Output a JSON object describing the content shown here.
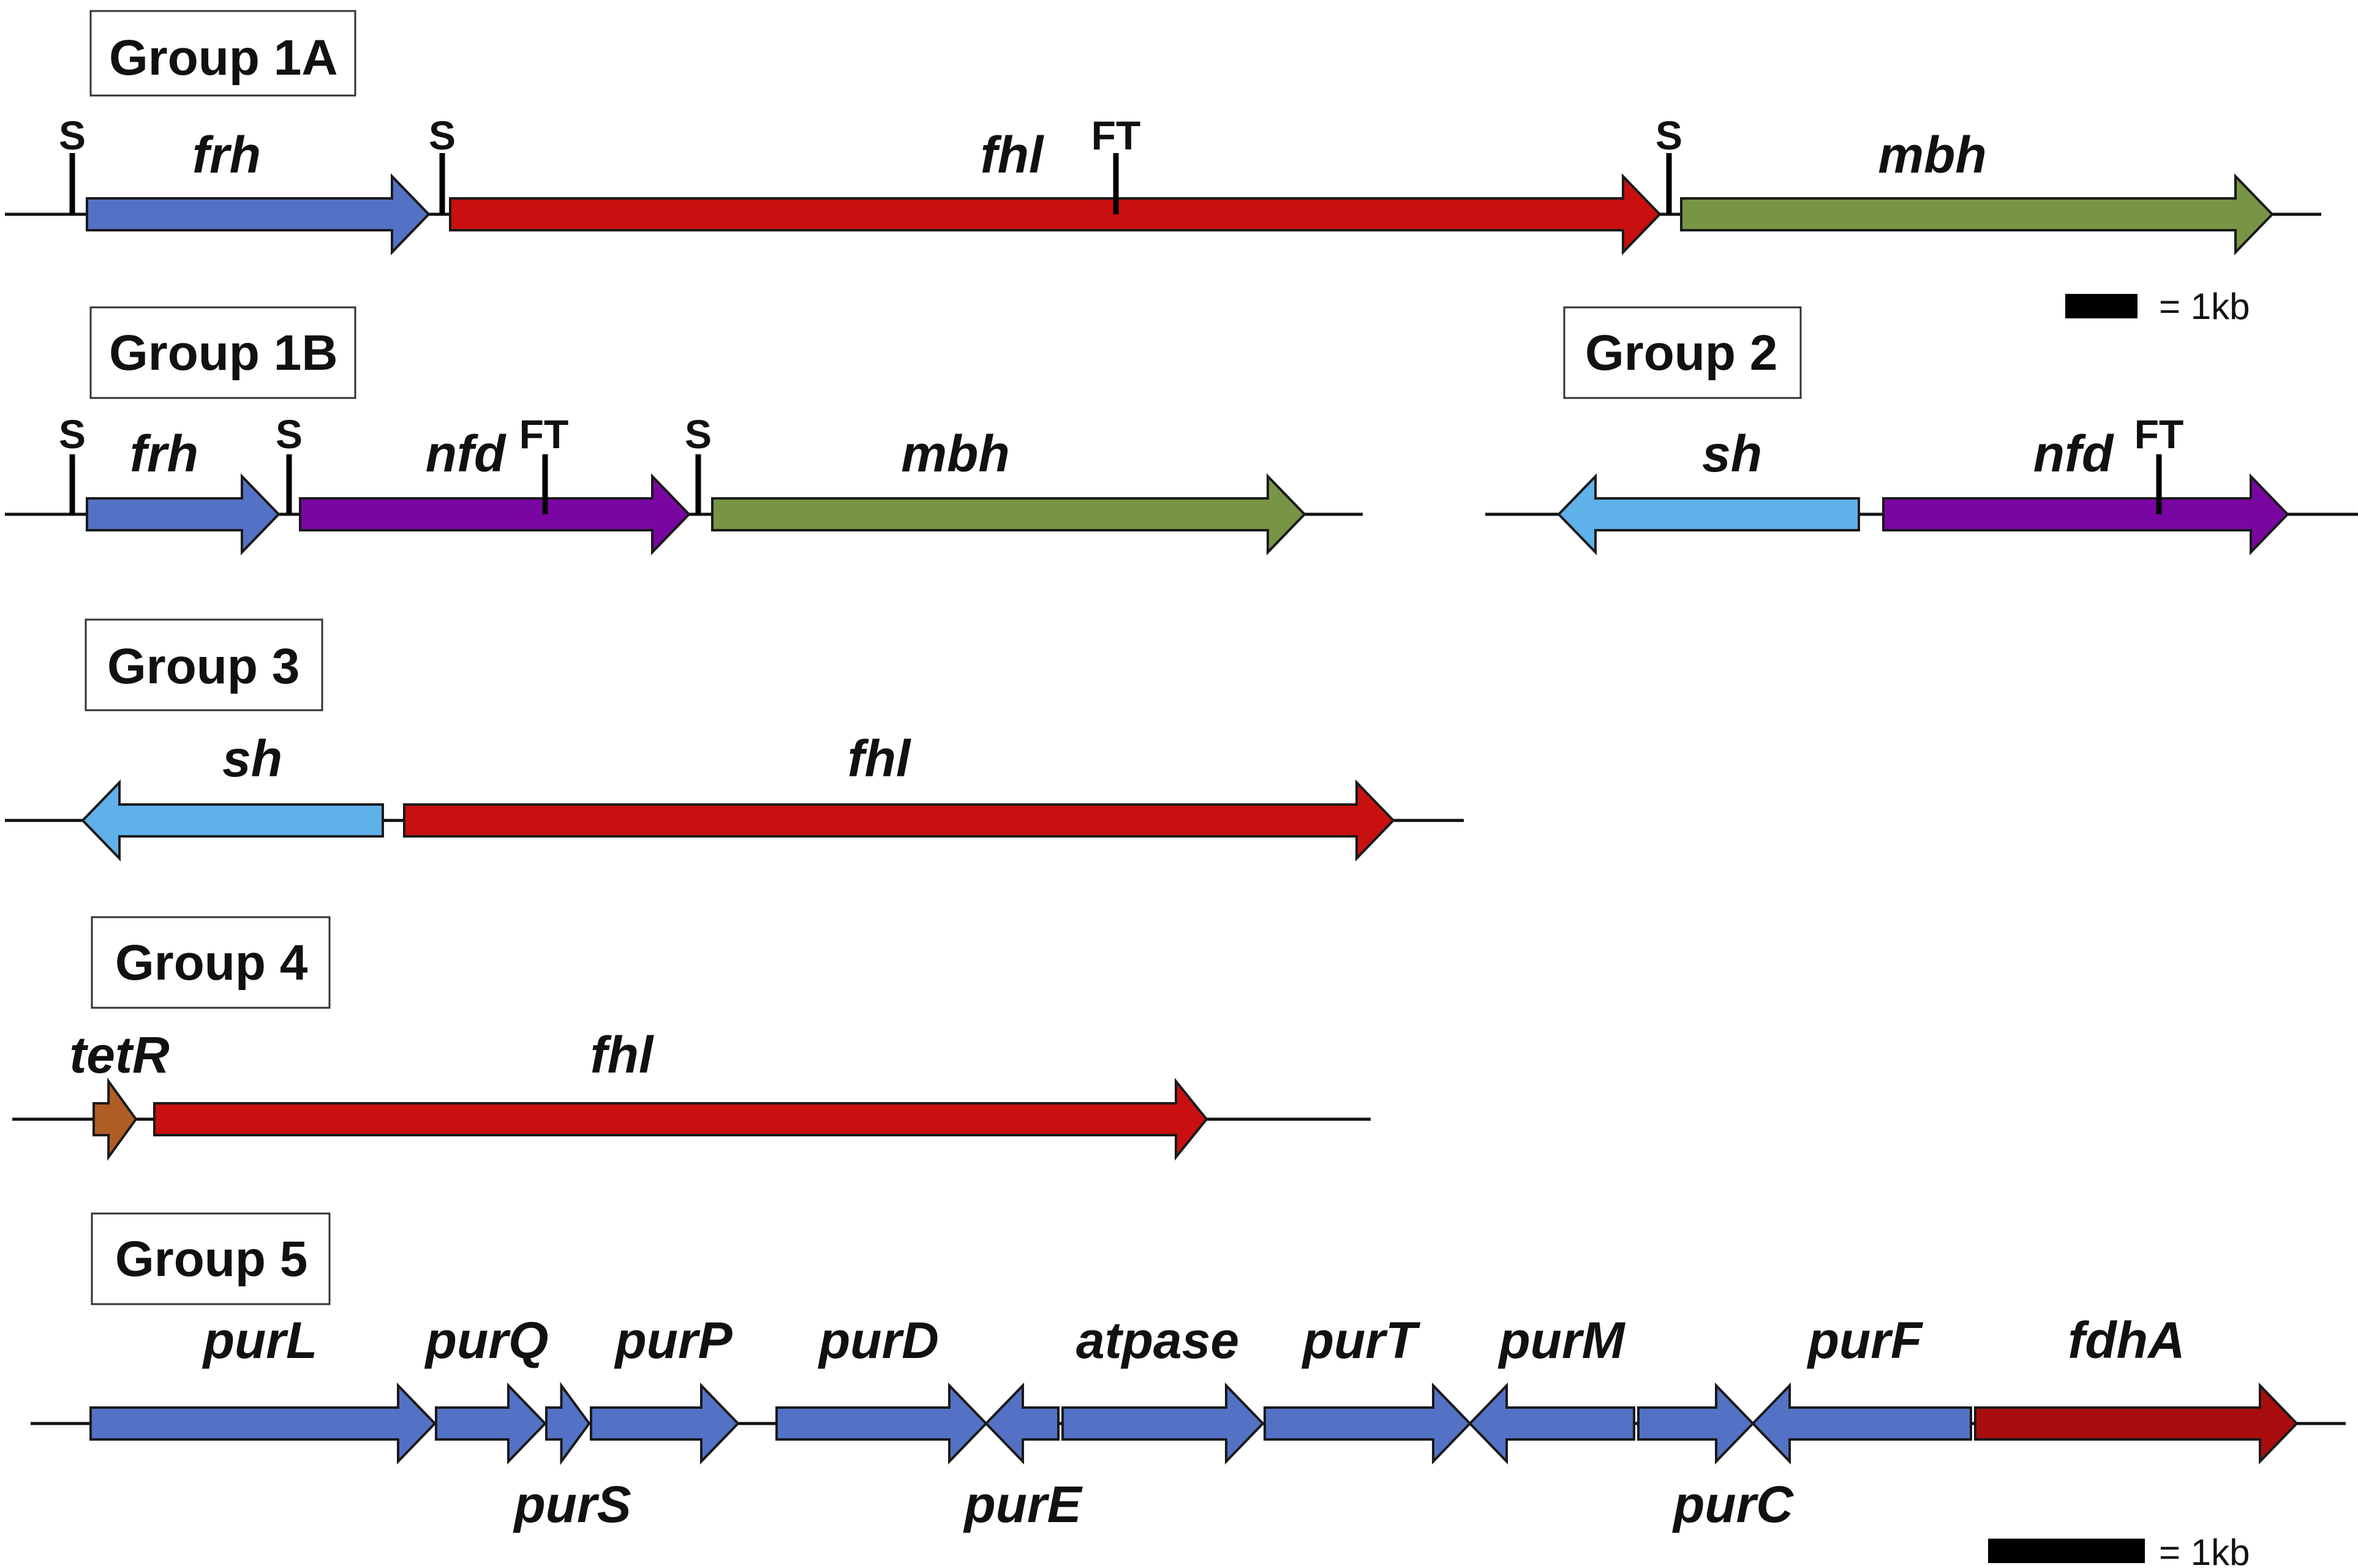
{
  "colors": {
    "frh": "#5472c5",
    "fhl": "#c81010",
    "mbh": "#789445",
    "nfd": "#7a06a2",
    "sh": "#5fb1ea",
    "tetR": "#b05d25",
    "pur": "#5472c5",
    "fdhA": "#a80e0e"
  },
  "scale_bar_label": "= 1kb",
  "groups": [
    {
      "name": "Group 1A",
      "genes": [
        {
          "label": "frh",
          "color": "frh",
          "dir": "right"
        },
        {
          "label": "fhl",
          "color": "fhl",
          "dir": "right"
        },
        {
          "label": "mbh",
          "color": "mbh",
          "dir": "right"
        }
      ],
      "markers": [
        "S",
        "S",
        "FT",
        "S"
      ]
    },
    {
      "name": "Group 1B",
      "genes": [
        {
          "label": "frh",
          "color": "frh",
          "dir": "right"
        },
        {
          "label": "nfd",
          "color": "nfd",
          "dir": "right"
        },
        {
          "label": "mbh",
          "color": "mbh",
          "dir": "right"
        }
      ],
      "markers": [
        "S",
        "S",
        "FT",
        "S"
      ]
    },
    {
      "name": "Group 2",
      "genes": [
        {
          "label": "sh",
          "color": "sh",
          "dir": "left"
        },
        {
          "label": "nfd",
          "color": "nfd",
          "dir": "right"
        }
      ],
      "markers": [
        "FT"
      ]
    },
    {
      "name": "Group 3",
      "genes": [
        {
          "label": "sh",
          "color": "sh",
          "dir": "left"
        },
        {
          "label": "fhl",
          "color": "fhl",
          "dir": "right"
        }
      ]
    },
    {
      "name": "Group 4",
      "genes": [
        {
          "label": "tetR",
          "color": "tetR",
          "dir": "right"
        },
        {
          "label": "fhl",
          "color": "fhl",
          "dir": "right"
        }
      ]
    },
    {
      "name": "Group 5",
      "genes": [
        {
          "label": "purL",
          "color": "pur",
          "dir": "right"
        },
        {
          "label": "purQ",
          "color": "pur",
          "dir": "right"
        },
        {
          "label": "purS",
          "color": "pur",
          "dir": "right"
        },
        {
          "label": "purP",
          "color": "pur",
          "dir": "right"
        },
        {
          "label": "purD",
          "color": "pur",
          "dir": "right"
        },
        {
          "label": "purE",
          "color": "pur",
          "dir": "left"
        },
        {
          "label": "atpase",
          "color": "pur",
          "dir": "right"
        },
        {
          "label": "purT",
          "color": "pur",
          "dir": "right"
        },
        {
          "label": "purM",
          "color": "pur",
          "dir": "left"
        },
        {
          "label": "purC",
          "color": "pur",
          "dir": "right"
        },
        {
          "label": "purF",
          "color": "pur",
          "dir": "left"
        },
        {
          "label": "fdhA",
          "color": "fdhA",
          "dir": "right"
        }
      ]
    }
  ]
}
